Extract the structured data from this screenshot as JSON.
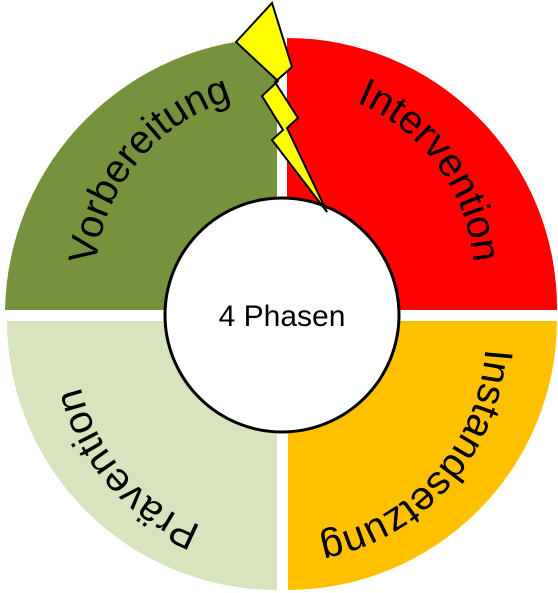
{
  "diagram": {
    "center_label": "4 Phasen",
    "quadrants": [
      {
        "id": "vorbereitung",
        "label": "Vorbereitung",
        "color": "#76923C"
      },
      {
        "id": "intervention",
        "label": "Intervention",
        "color": "#FF0000"
      },
      {
        "id": "instandsetzung",
        "label": "Instandsetzung",
        "color": "#FFC000"
      },
      {
        "id": "praevention",
        "label": "Prävention",
        "color": "#D7E4BD"
      }
    ],
    "lightning_color": "#FFFF00",
    "lightning_icon": "lightning-bolt-icon"
  }
}
